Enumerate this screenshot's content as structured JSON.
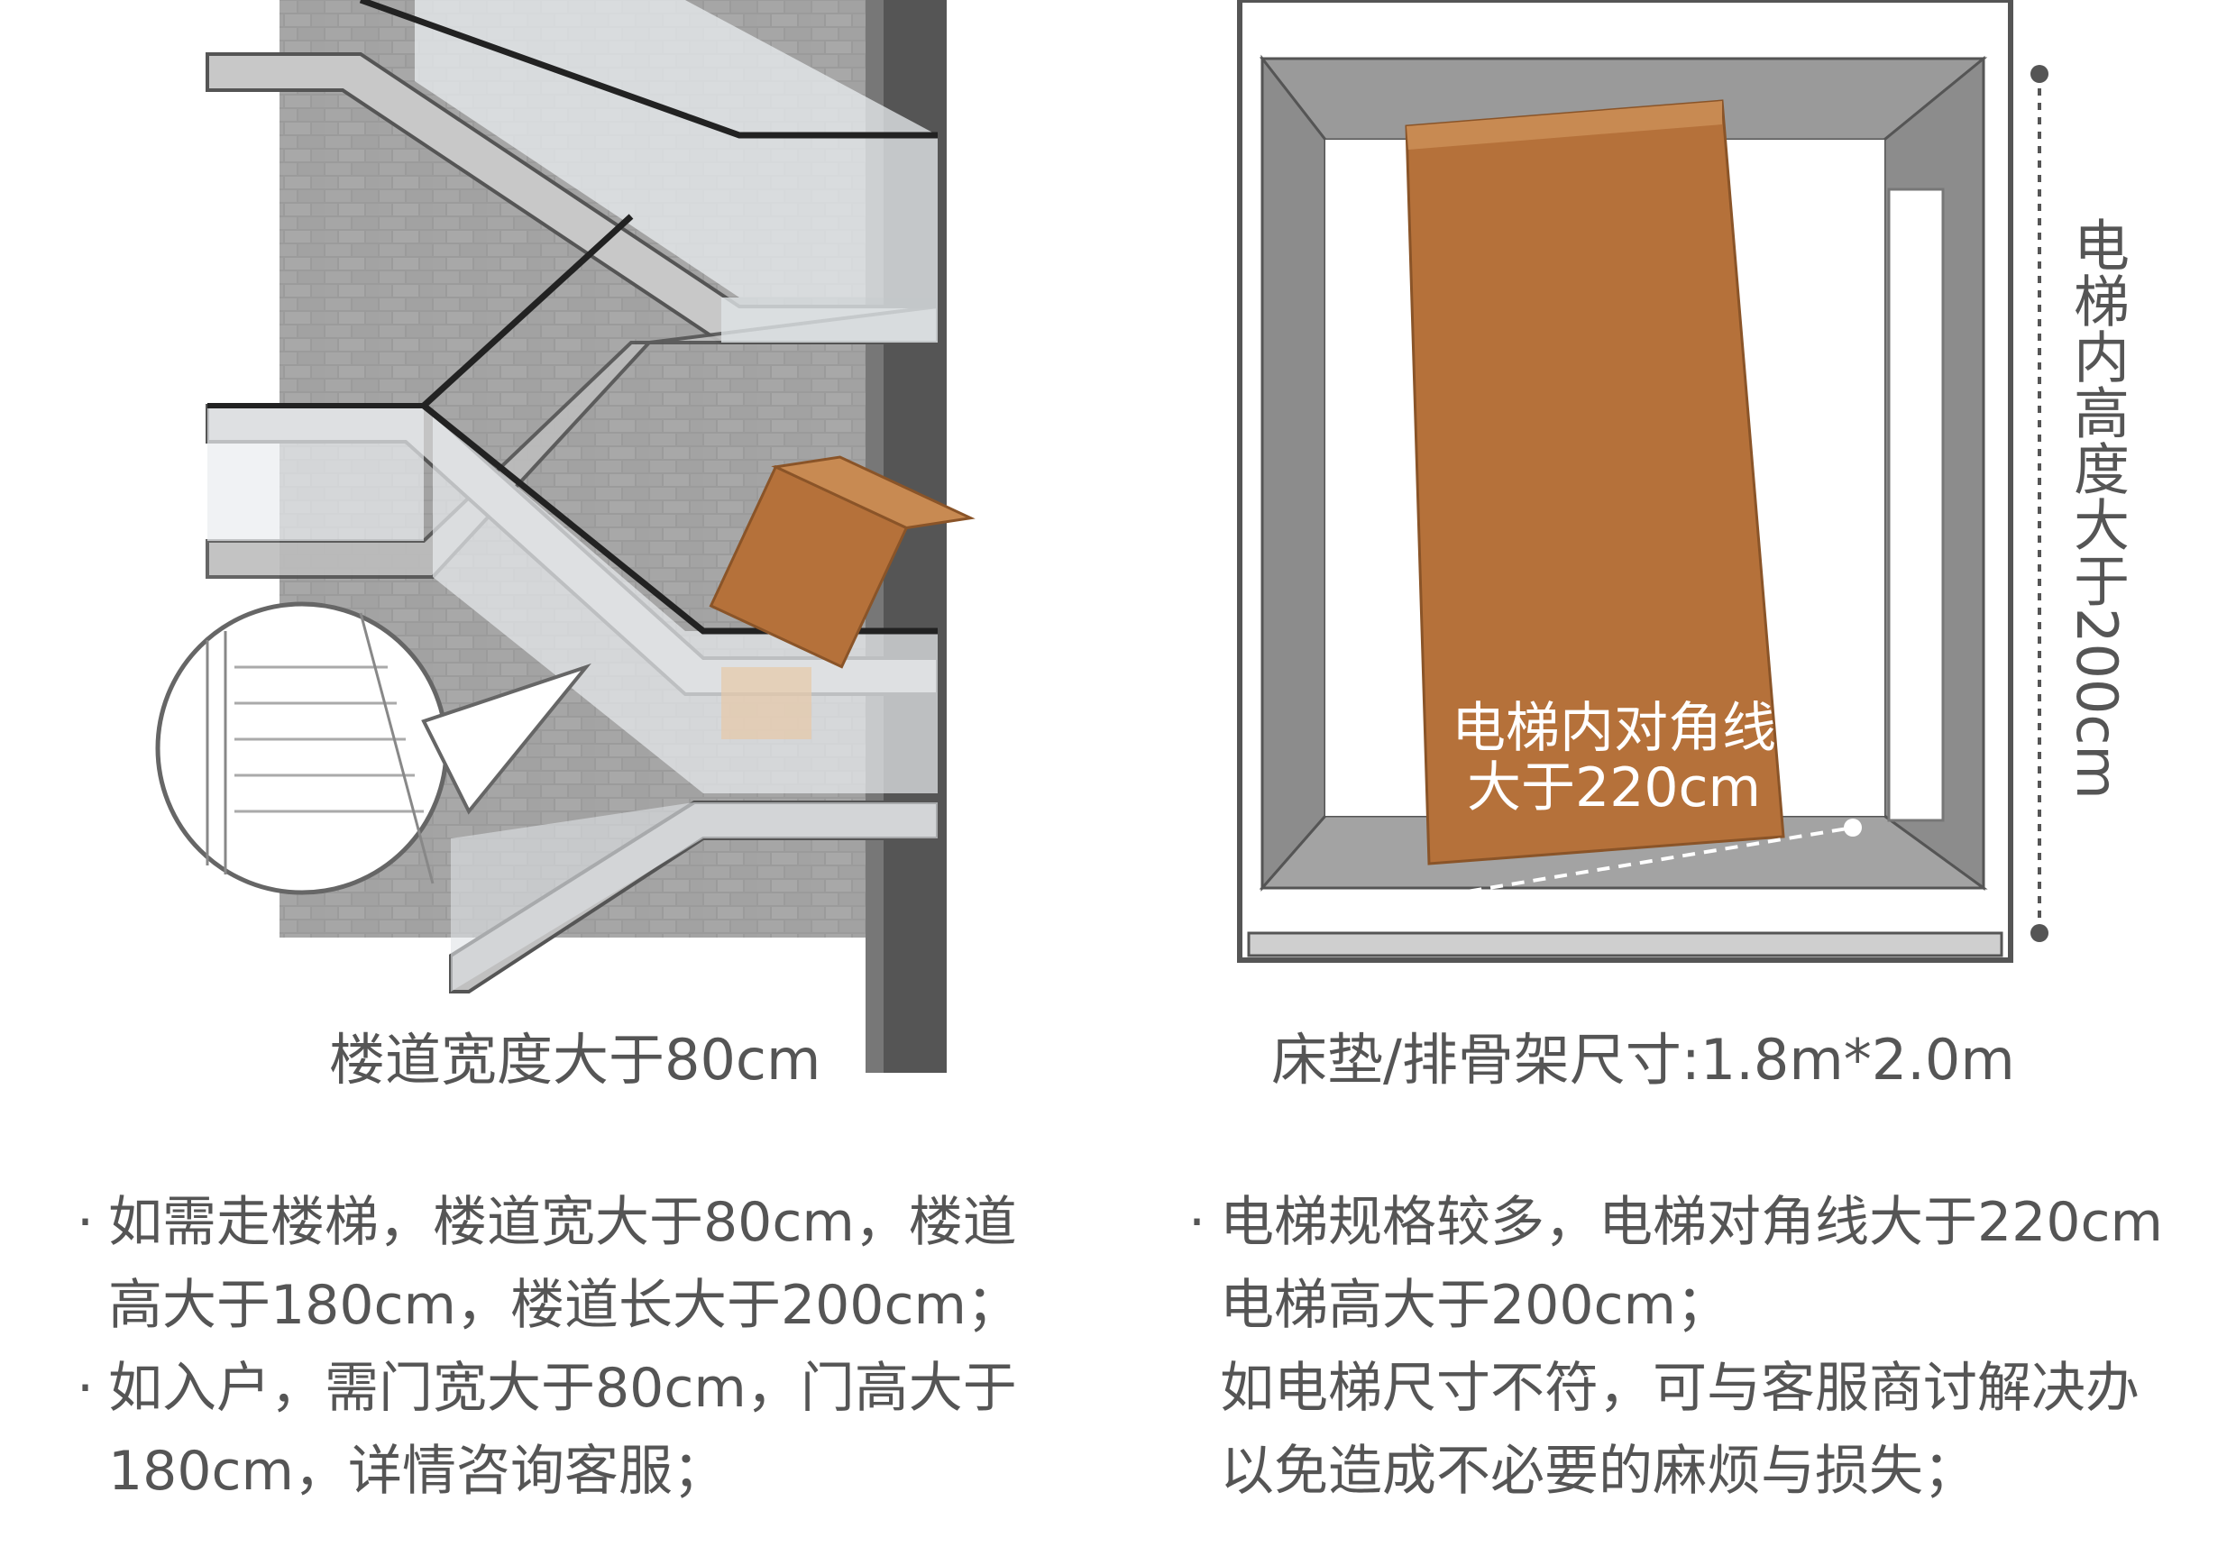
{
  "stairs": {
    "caption": "楼道宽度大于80cm"
  },
  "elevator": {
    "box_label_line1": "电梯内对角线",
    "box_label_line2": "大于220cm",
    "height_label": "电梯内高度大于200cm",
    "caption": "床垫/排骨架尺寸:1.8m*2.0m"
  },
  "notes_left": [
    {
      "text": "如需走楼梯，楼道宽大于80cm，楼道",
      "bullet": true
    },
    {
      "text": "高大于180cm，楼道长大于200cm；",
      "bullet": false
    },
    {
      "text": "如入户，需门宽大于80cm，门高大于",
      "bullet": true
    },
    {
      "text": "180cm，详情咨询客服；",
      "bullet": false
    }
  ],
  "notes_right": [
    {
      "text": "电梯规格较多，电梯对角线大于220cm",
      "bullet": true
    },
    {
      "text": "电梯高大于200cm；",
      "bullet": false
    },
    {
      "text": "如电梯尺寸不符，可与客服商讨解决办",
      "bullet": false
    },
    {
      "text": "以免造成不必要的麻烦与损失；",
      "bullet": false
    }
  ],
  "colors": {
    "box_brown": "#b5713a",
    "wall_gray": "#9a9a9a",
    "frame_gray": "#8c8c8c"
  }
}
